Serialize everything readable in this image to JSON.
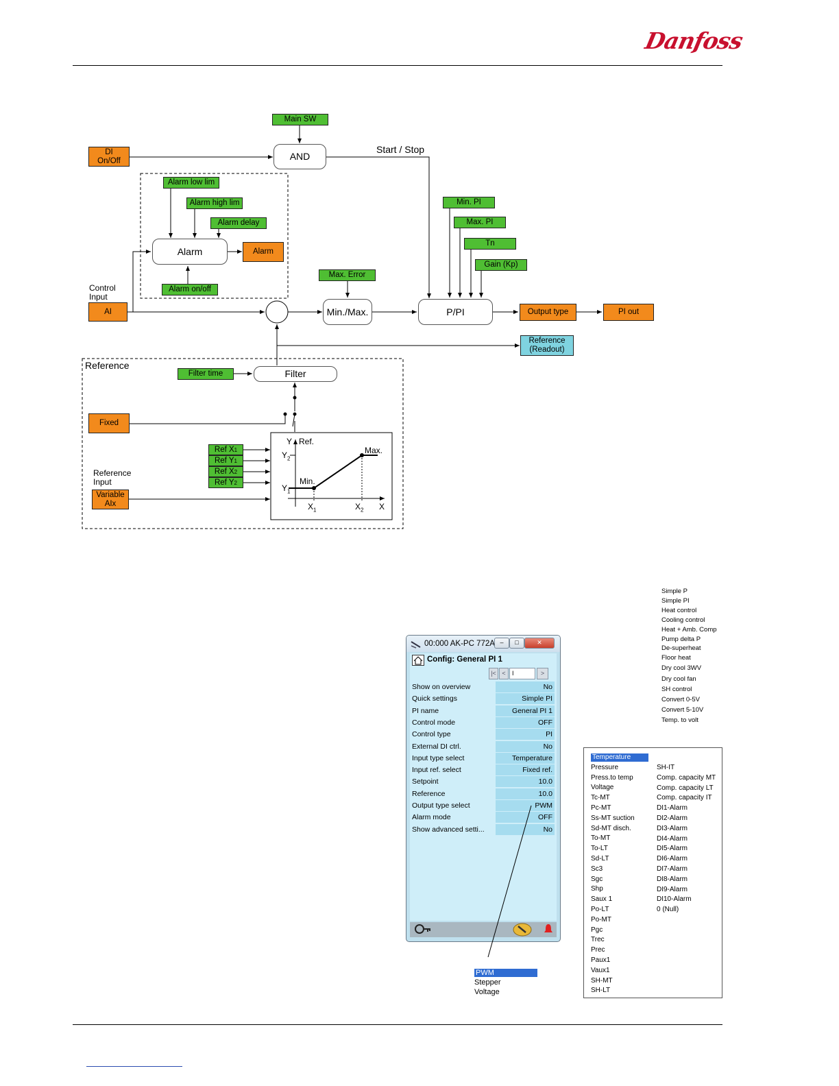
{
  "header": {
    "logo_text": "Danfoss"
  },
  "diagram": {
    "main_sw": "Main SW",
    "di": [
      "DI",
      "On/Off"
    ],
    "and": "AND",
    "start_stop": "Start / Stop",
    "alarm_low": "Alarm low lim",
    "alarm_high": "Alarm high lim",
    "alarm_delay": "Alarm delay",
    "alarm_block": "Alarm",
    "alarm_out": "Alarm",
    "alarm_onoff": "Alarm on/off",
    "control_input": [
      "Control",
      "Input"
    ],
    "ai": "AI",
    "max_error": "Max. Error",
    "minmax": "Min./Max.",
    "min_pi": "Min. PI",
    "max_pi": "Max. PI",
    "tn": "Tn",
    "gain": "Gain (Kp)",
    "ppi": "P/PI",
    "output_type": "Output type",
    "pi_out": "PI out",
    "reference_readout": [
      "Reference",
      "(Readout)"
    ],
    "reference_title": "Reference",
    "filter_time": "Filter time",
    "filter": "Filter",
    "fixed": "Fixed",
    "ref_x1": "Ref X",
    "ref_y1": "Ref Y",
    "ref_x2": "Ref X",
    "ref_y2": "Ref Y",
    "reference_input": [
      "Reference",
      "Input"
    ],
    "variable": [
      "Variable",
      "AIx"
    ],
    "graph": {
      "y_ref": "Y",
      "ref": "Ref.",
      "y2": "Y",
      "y1": "Y",
      "min": "Min.",
      "max": "Max.",
      "x1": "X",
      "x2": "X",
      "x": "X",
      "sub1": "1",
      "sub2": "2"
    }
  },
  "window": {
    "title": "00:000 AK-PC 772A",
    "config_title": "Config: General PI 1",
    "nav_value": "I",
    "rows": [
      {
        "k": "Show on overview",
        "v": "No"
      },
      {
        "k": "Quick settings",
        "v": "Simple PI"
      },
      {
        "k": "PI name",
        "v": "General PI 1"
      },
      {
        "k": "Control mode",
        "v": "OFF"
      },
      {
        "k": "Control type",
        "v": "PI"
      },
      {
        "k": "External DI ctrl.",
        "v": "No"
      },
      {
        "k": "Input type select",
        "v": "Temperature"
      },
      {
        "k": "Input ref. select",
        "v": "Fixed ref."
      },
      {
        "k": "Setpoint",
        "v": "10.0"
      },
      {
        "k": "Reference",
        "v": "10.0"
      },
      {
        "k": "Output type select",
        "v": "PWM"
      },
      {
        "k": "Alarm mode",
        "v": "OFF"
      },
      {
        "k": "Show advanced setti...",
        "v": "No"
      }
    ]
  },
  "quick_settings_list": [
    "Simple P",
    "Simple PI",
    "Heat control",
    "Cooling control",
    "Heat + Amb. Comp",
    "Pump delta P",
    "De-superheat",
    "Floor heat",
    "Dry cool 3WV",
    "Dry cool fan",
    "SH control",
    "Convert 0-5V",
    "Convert 5-10V",
    "Temp. to volt"
  ],
  "input_type_list": {
    "col1": [
      "Temperature",
      "Pressure",
      "Press.to temp",
      "Voltage",
      "Tc-MT",
      "Pc-MT",
      "Ss-MT suction",
      "Sd-MT disch.",
      "To-MT",
      "To-LT",
      "Sd-LT",
      "Sc3",
      "Sgc",
      "Shp",
      "Saux 1",
      "Po-LT",
      "Po-MT",
      "Pgc",
      "Trec",
      "Prec",
      "Paux1",
      "Vaux1",
      "SH-MT",
      "SH-LT"
    ],
    "col2": [
      "SH-IT",
      "Comp. capacity MT",
      "Comp. capacity LT",
      "Comp. capacity IT",
      "DI1-Alarm",
      "DI2-Alarm",
      "DI3-Alarm",
      "DI4-Alarm",
      "DI5-Alarm",
      "DI6-Alarm",
      "DI7-Alarm",
      "DI8-Alarm",
      "DI9-Alarm",
      "DI10-Alarm",
      "0 (Null)"
    ]
  },
  "output_type_list": [
    "PWM",
    "Stepper",
    "Voltage"
  ],
  "colors": {
    "green": "#4fbe33",
    "orange": "#f28a1c",
    "cyan": "#7fd3e0",
    "selection": "#2f6cd2",
    "logo": "#c8102e"
  }
}
